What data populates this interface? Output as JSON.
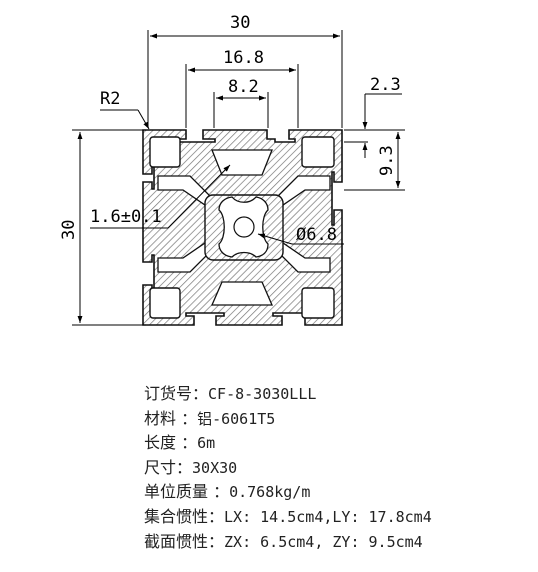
{
  "drawing": {
    "dimensions": {
      "overall_width": "30",
      "slot_outer_width": "16.8",
      "slot_inner_width": "8.2",
      "wall_thickness": "2.3",
      "slot_depth": "9.3",
      "overall_height": "30",
      "corner_radius": "R2",
      "web_thickness": "1.6±0.1",
      "center_bore": "Ø6.8"
    }
  },
  "specs": [
    {
      "label": "订货号：",
      "value": "CF-8-3030LLL"
    },
    {
      "label": "材料 ：",
      "value": "铝-6061T5"
    },
    {
      "label": "长度 ：",
      "value": "6m"
    },
    {
      "label": "尺寸：",
      "value": "30X30"
    },
    {
      "label": "单位质量 ：",
      "value": "0.768kg/m"
    },
    {
      "label": "集合惯性：",
      "value": "LX: 14.5cm4,LY: 17.8cm4"
    },
    {
      "label": "截面惯性：",
      "value": "ZX: 6.5cm4, ZY: 9.5cm4"
    }
  ]
}
